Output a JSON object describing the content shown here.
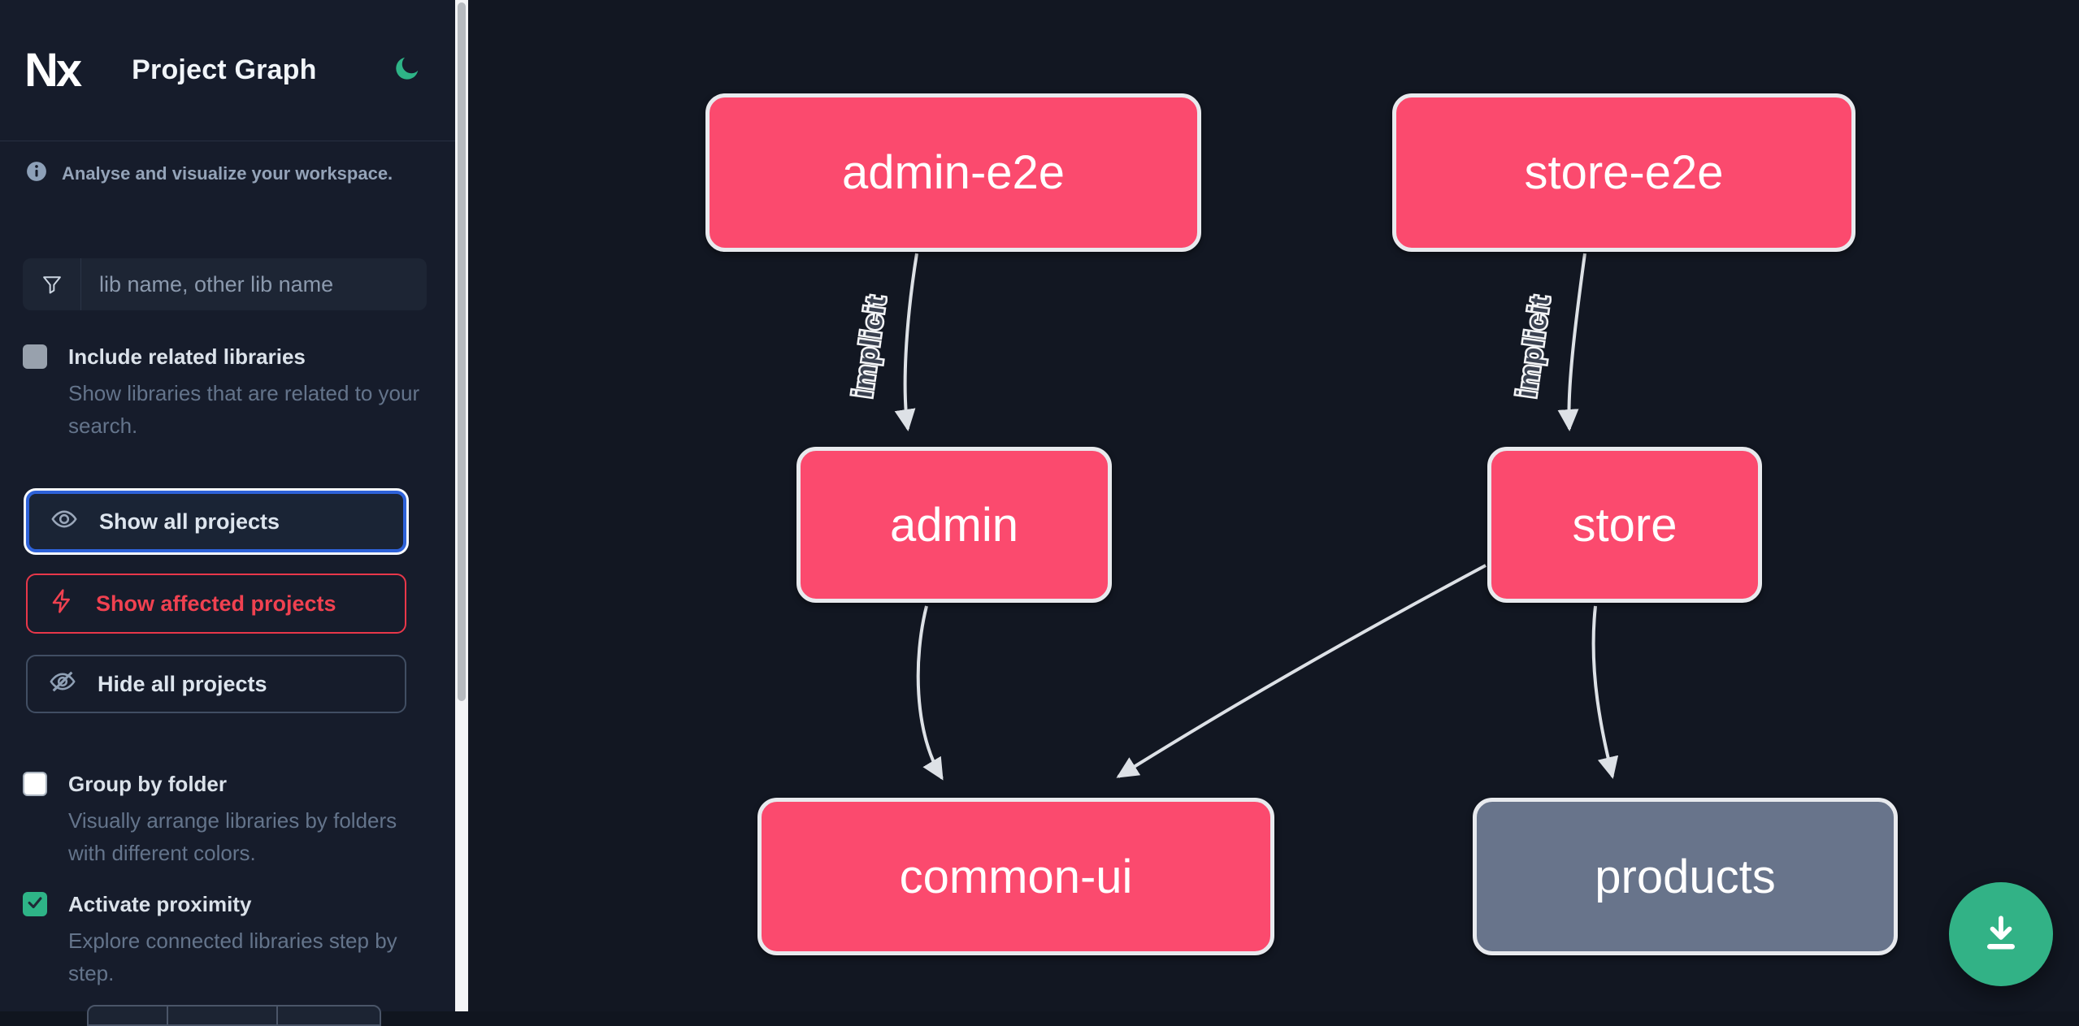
{
  "header": {
    "logo_text": "Nx",
    "title": "Project Graph",
    "theme_icon": "moon-icon"
  },
  "sidebar": {
    "info_text": "Analyse and visualize your workspace.",
    "info_icon": "info-icon",
    "search_placeholder": "lib name, other lib name",
    "search_icon": "filter-icon",
    "actions": [
      {
        "label": "Show all projects",
        "icon": "eye-icon",
        "state": "focused"
      },
      {
        "label": "Show affected projects",
        "icon": "bolt-icon",
        "state": "affected"
      },
      {
        "label": "Hide all projects",
        "icon": "eye-off-icon",
        "state": "default"
      }
    ],
    "toggles": [
      {
        "label": "Include related libraries",
        "description": "Show libraries that are related to your search.",
        "checked": false
      },
      {
        "label": "Group by folder",
        "description": "Visually arrange libraries by folders with different colors.",
        "checked": false
      },
      {
        "label": "Activate proximity",
        "description": "Explore connected libraries step by step.",
        "checked": true
      }
    ]
  },
  "graph": {
    "nodes": [
      {
        "id": "admin-e2e",
        "label": "admin-e2e",
        "color": "pink"
      },
      {
        "id": "store-e2e",
        "label": "store-e2e",
        "color": "pink"
      },
      {
        "id": "admin",
        "label": "admin",
        "color": "pink"
      },
      {
        "id": "store",
        "label": "store",
        "color": "pink"
      },
      {
        "id": "common-ui",
        "label": "common-ui",
        "color": "pink"
      },
      {
        "id": "products",
        "label": "products",
        "color": "gray"
      }
    ],
    "edges": [
      {
        "from": "admin-e2e",
        "to": "admin",
        "label": "implicit"
      },
      {
        "from": "store-e2e",
        "to": "store",
        "label": "implicit"
      },
      {
        "from": "admin",
        "to": "common-ui",
        "label": ""
      },
      {
        "from": "store",
        "to": "common-ui",
        "label": ""
      },
      {
        "from": "store",
        "to": "products",
        "label": ""
      }
    ]
  },
  "fab": {
    "icon": "download-icon"
  },
  "colors": {
    "sidebar_bg": "#161c2b",
    "canvas_bg": "#121722",
    "node_affected": "#fb4a6e",
    "node_plain": "#68748b",
    "node_border": "#e8eaee",
    "edge": "#dde1e6",
    "focus_blue": "#2e62d9",
    "affected_red": "#f04150",
    "accent_green": "#2eb487",
    "fab_green": "#32b286",
    "muted_text": "#64748b"
  }
}
